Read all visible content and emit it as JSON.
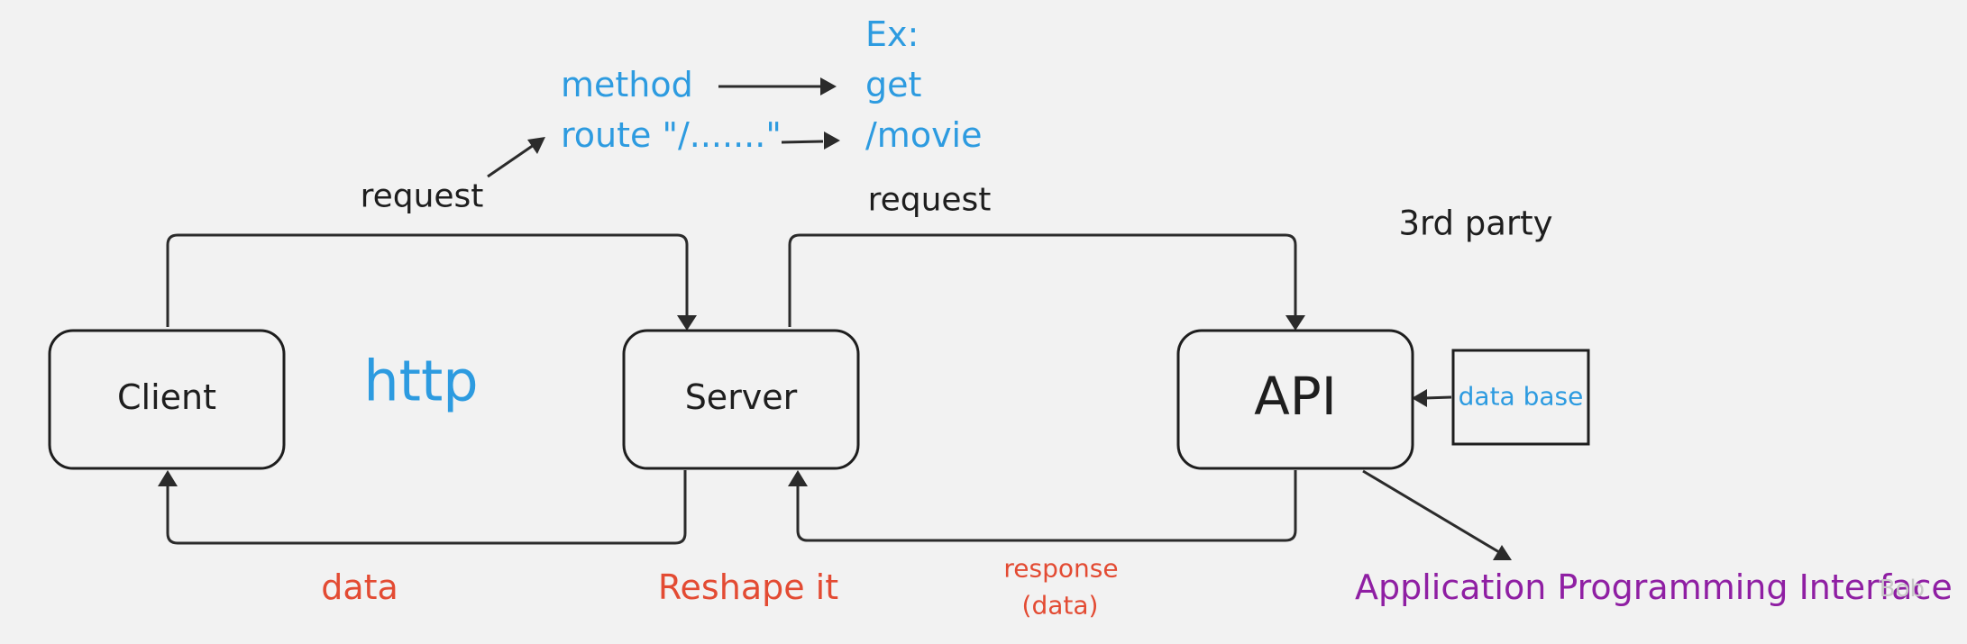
{
  "nodes": {
    "client": "Client",
    "server": "Server",
    "api": "API",
    "database": "data base"
  },
  "labels": {
    "protocol": "http",
    "request_client_server": "request",
    "request_server_api": "request",
    "third_party": "3rd party",
    "data": "data",
    "reshape": "Reshape it",
    "response_line1": "response",
    "response_line2": "(data)",
    "api_expansion": "Application Programming Interface"
  },
  "request_details": {
    "method_label": "method",
    "route_label": "route \"/.......\"",
    "example_header": "Ex:",
    "method_example": "get",
    "route_example": "/movie"
  },
  "colors": {
    "background": "#f2f2f2",
    "text_dark": "#1e1e1e",
    "blue": "#2d9be0",
    "red": "#e34b33",
    "purple": "#8f1fa3"
  },
  "watermark": "Bob"
}
